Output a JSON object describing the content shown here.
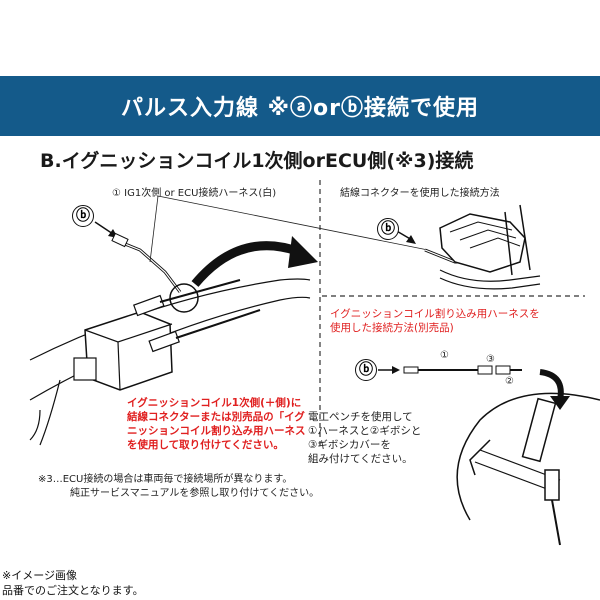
{
  "header": {
    "title": "パルス入力線 ※ⓐorⓑ接続で使用"
  },
  "section": {
    "title": "B.イグニッションコイル1次側orECU側(※3)接続"
  },
  "labels": {
    "harness": "① IG1次側 or ECU接続ハーネス(白)",
    "splice_method": "結線コネクターを使用した接続方法",
    "b_marker": "ⓑ",
    "num1": "①",
    "num2": "②",
    "num3": "③"
  },
  "red_method": [
    "イグニッションコイル割り込み用ハーネスを",
    "使用した接続方法(別売品)"
  ],
  "red_note": [
    "イグニッションコイル1次側(＋側)に",
    "結線コネクターまたは別売品の「イグ",
    "ニッションコイル割り込み用ハーネス",
    "を使用して取り付けてください。"
  ],
  "pliers_note": [
    "電工ペンチを使用して",
    "①ハーネスと②ギボシと",
    "③ギボシカバーを",
    "組み付けてください。"
  ],
  "footnote": [
    "※3…ECU接続の場合は車両毎で接続場所が異なります。",
    "純正サービスマニュアルを参照し取り付けてください。"
  ],
  "bottom": [
    "※イメージ画像",
    "品番でのご注文となります。"
  ],
  "colors": {
    "banner": "#145a8a",
    "red": "#e02020"
  }
}
